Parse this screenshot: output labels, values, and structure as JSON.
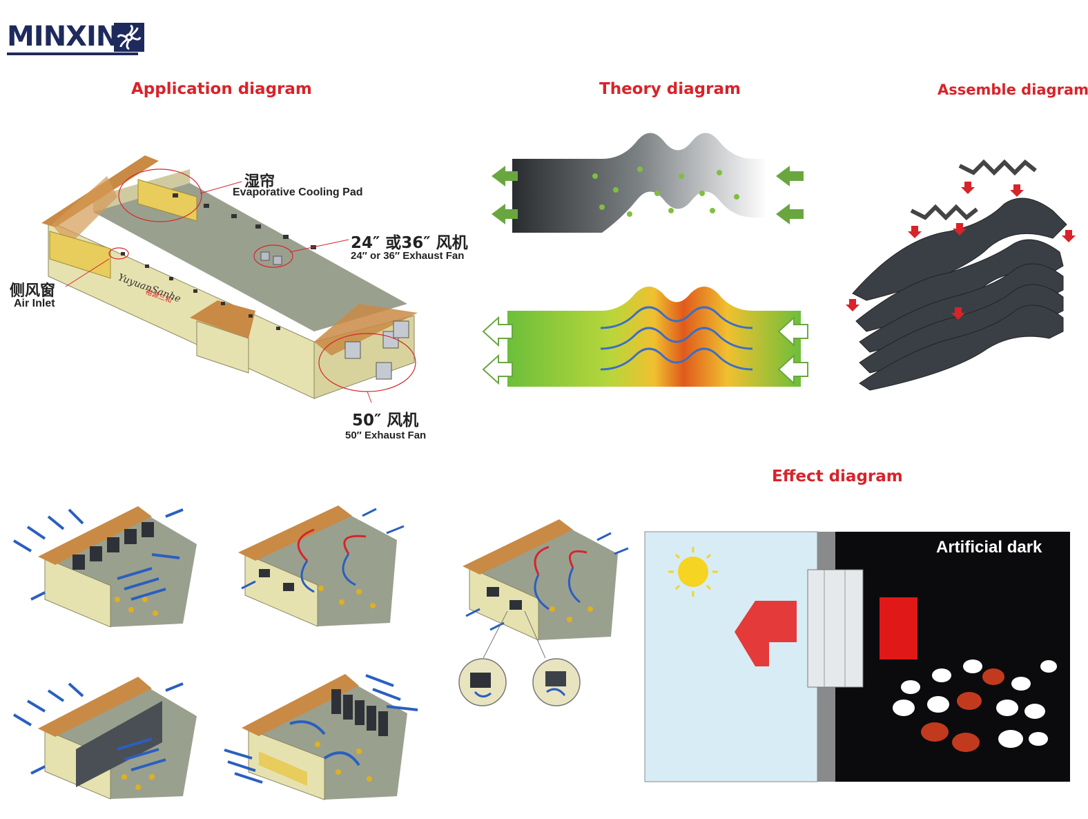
{
  "brand": {
    "name": "MINXIN",
    "logo_icon": "fan-icon",
    "color": "#1f2a5c"
  },
  "accent_color": "#d8232a",
  "sections": {
    "application": "Application diagram",
    "theory": "Theory diagram",
    "assemble": "Assemble diagram",
    "effect": "Effect diagram"
  },
  "application_labels": {
    "cooling_pad_cn": "湿帘",
    "cooling_pad_en": "Evaporative Cooling Pad",
    "exhaust_fan_small_cn": "24″ 或36″ 风机",
    "exhaust_fan_small_en": "24″ or 36″  Exhaust Fan",
    "air_inlet_cn": "侧风窗",
    "air_inlet_en": "Air Inlet",
    "exhaust_fan_large_cn": "50″ 风机",
    "exhaust_fan_large_en": "50″  Exhaust Fan",
    "house_brand": "YuyuanSanhe",
    "house_brand_cn": "裕源三和"
  },
  "effect_labels": {
    "dark_side": "Artificial dark"
  }
}
